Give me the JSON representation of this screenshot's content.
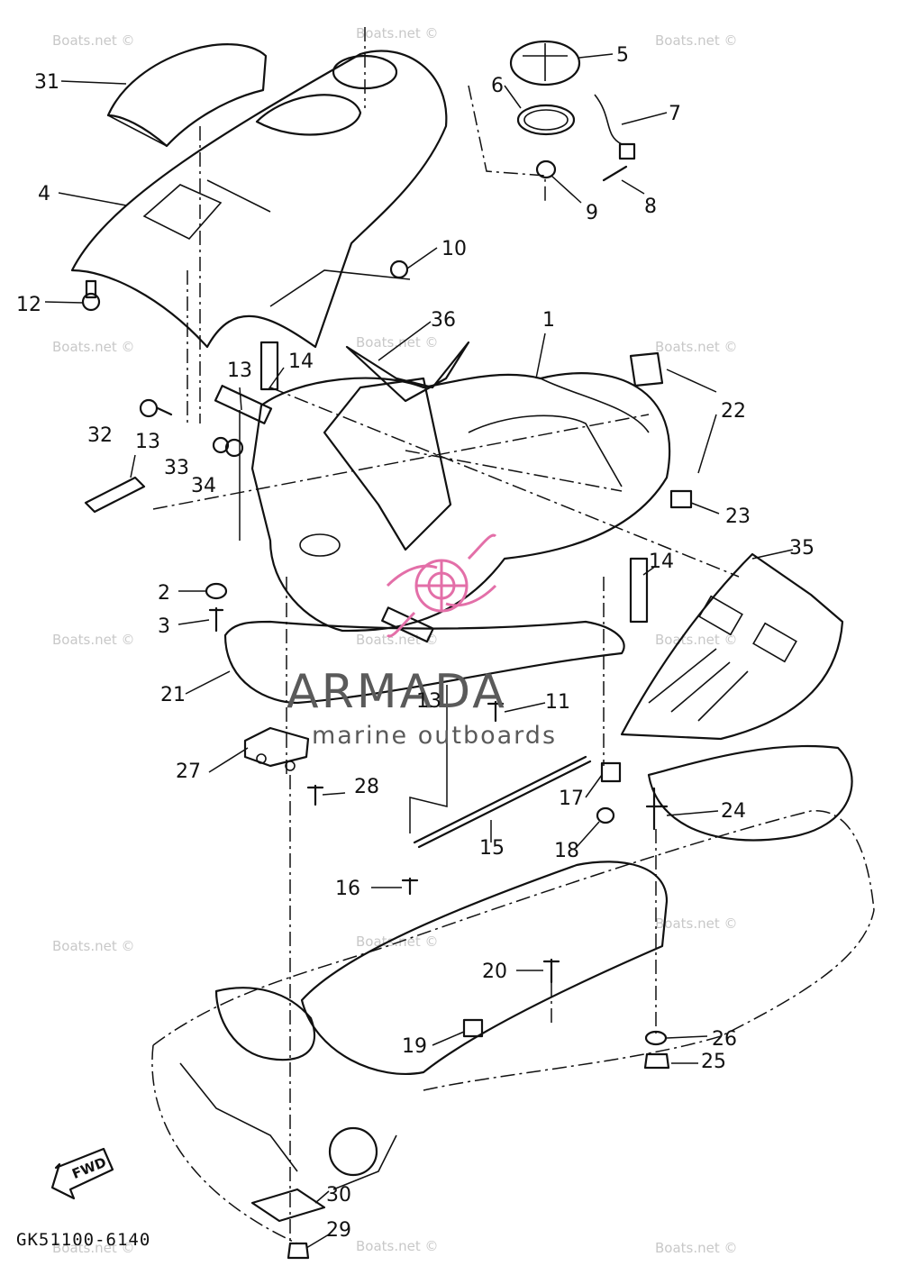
{
  "diagram_code": "GK51100-6140",
  "direction_label": "FWD",
  "watermark": "Boats.net ©",
  "brand": {
    "name": "ARMADA",
    "tagline": "marine outboards",
    "colors": {
      "logo": "#e36fa8",
      "text": "#5a5a5a"
    }
  },
  "callouts": {
    "c1": "1",
    "c2": "2",
    "c3": "3",
    "c4": "4",
    "c5": "5",
    "c6": "6",
    "c7": "7",
    "c8": "8",
    "c9": "9",
    "c10": "10",
    "c11": "11",
    "c12": "12",
    "c13a": "13",
    "c13b": "13",
    "c13c": "13",
    "c14a": "14",
    "c14b": "14",
    "c15": "15",
    "c16": "16",
    "c17": "17",
    "c18": "18",
    "c19": "19",
    "c20": "20",
    "c21": "21",
    "c22": "22",
    "c23": "23",
    "c24": "24",
    "c25": "25",
    "c26": "26",
    "c27": "27",
    "c28": "28",
    "c29": "29",
    "c30": "30",
    "c31": "31",
    "c32": "32",
    "c33": "33",
    "c34": "34",
    "c35": "35",
    "c36": "36"
  }
}
